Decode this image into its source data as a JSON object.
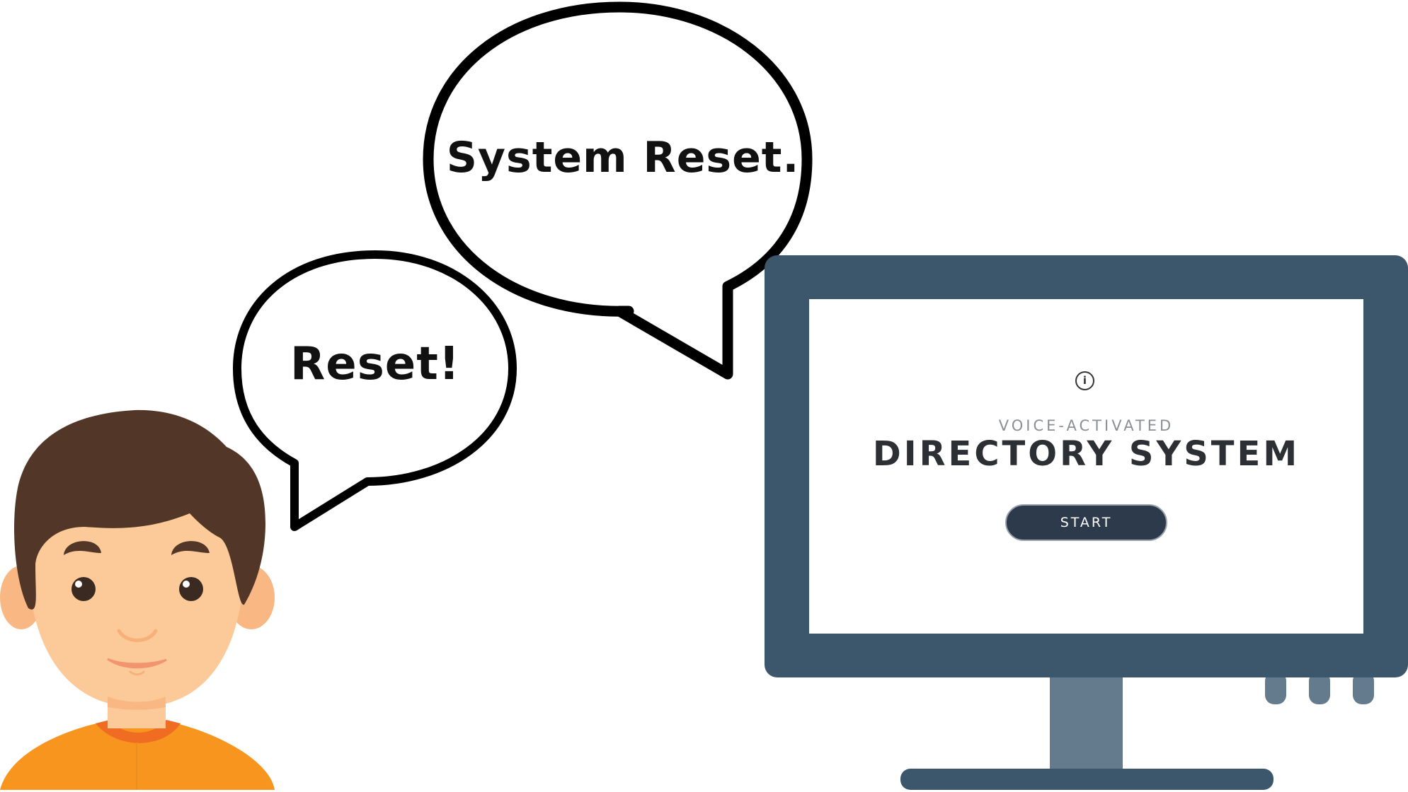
{
  "speech": {
    "large_bubble": "System Reset.",
    "small_bubble": "Reset!"
  },
  "monitor": {
    "kicker": "VOICE-ACTIVATED",
    "title": "DIRECTORY SYSTEM",
    "start_label": "START",
    "info_glyph": "i"
  },
  "icons": [
    "info-icon",
    "person-avatar",
    "speech-bubble",
    "desktop-monitor"
  ],
  "colors": {
    "monitor_frame": "#3c566c",
    "monitor_stand": "#647a8d",
    "start_button": "#2d3a4c",
    "skin": "#fcca98",
    "hair": "#523729",
    "shirt": "#f7951f",
    "collar": "#ef6c22",
    "bubble_outline": "#000000"
  }
}
